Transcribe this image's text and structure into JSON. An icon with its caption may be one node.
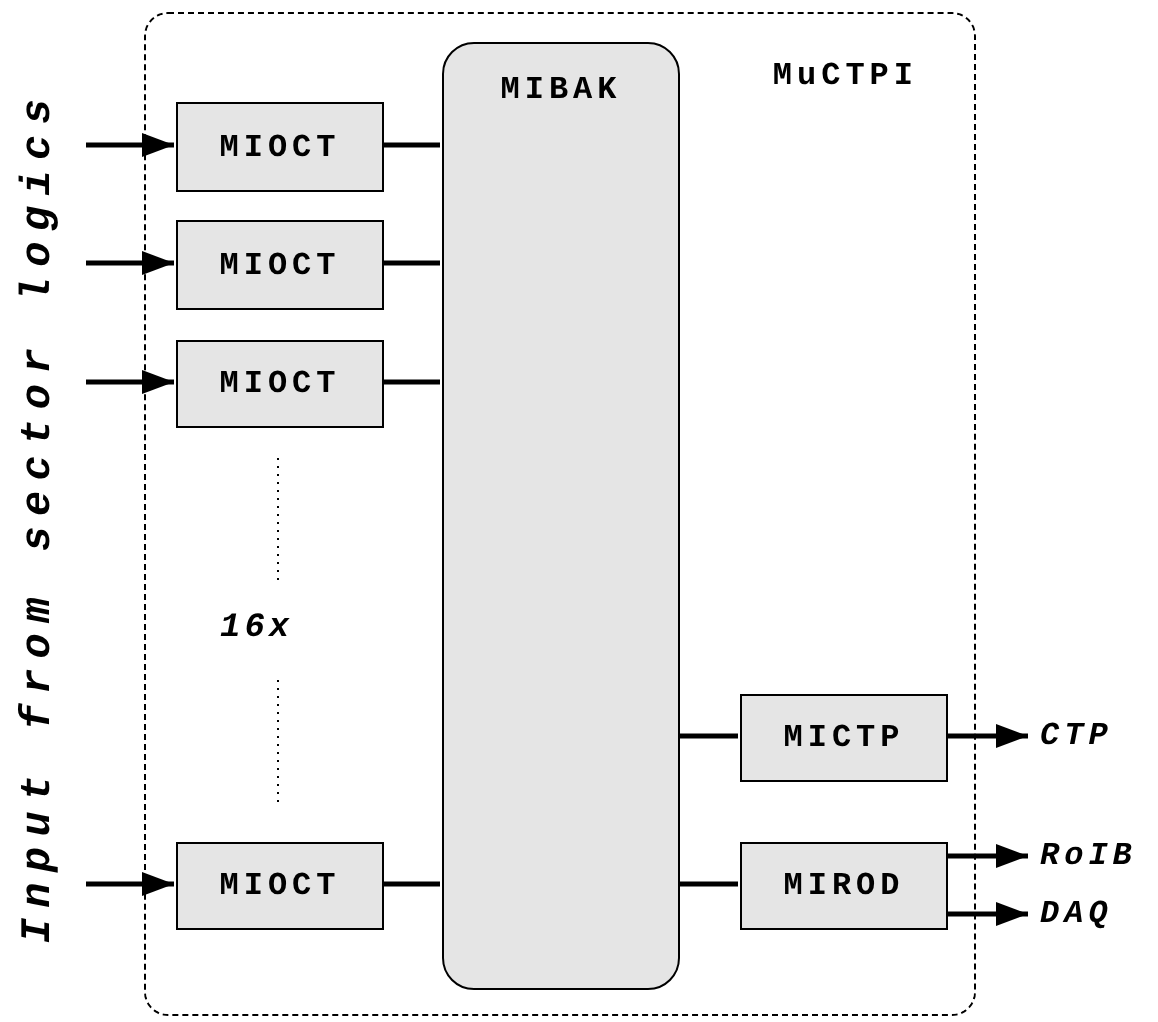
{
  "diagram": {
    "nodes": [
      {
        "text": [
          "MuCTPI"
        ]
      },
      {
        "text": [
          "MIBAK"
        ],
        "in": 0
      },
      {
        "text": [
          "MIOCT"
        ],
        "in": 0
      },
      {
        "text": [
          "MIOCT"
        ],
        "in": 0
      },
      {
        "text": [
          "MIOCT"
        ],
        "in": 0
      },
      {
        "text": [
          "MIOCT"
        ],
        "in": 0
      },
      {
        "text": [
          "MICTP"
        ],
        "in": 0
      },
      {
        "text": [
          "MIROD"
        ],
        "in": 0
      },
      {
        "text": [
          "CTP"
        ]
      },
      {
        "text": [
          "RoIB"
        ]
      },
      {
        "text": [
          "DAQ"
        ]
      }
    ],
    "edges": [
      {
        "from": null,
        "to": 2,
        "arrow": "to"
      },
      {
        "from": null,
        "to": 3,
        "arrow": "to"
      },
      {
        "from": null,
        "to": 4,
        "arrow": "to"
      },
      {
        "from": null,
        "to": 5,
        "arrow": "to"
      },
      {
        "from": 2,
        "to": 1,
        "arrow": "none"
      },
      {
        "from": 3,
        "to": 1,
        "arrow": "none"
      },
      {
        "from": 4,
        "to": 1,
        "arrow": "none"
      },
      {
        "from": 5,
        "to": 1,
        "arrow": "none"
      },
      {
        "from": 1,
        "to": 6,
        "arrow": "none"
      },
      {
        "from": 1,
        "to": 7,
        "arrow": "none"
      },
      {
        "from": 6,
        "to": 8,
        "arrow": "to"
      },
      {
        "from": 7,
        "to": 9,
        "arrow": "to"
      },
      {
        "from": 7,
        "to": 10,
        "arrow": "to"
      }
    ],
    "labels": [
      "Input from sector logics",
      "16x"
    ]
  }
}
